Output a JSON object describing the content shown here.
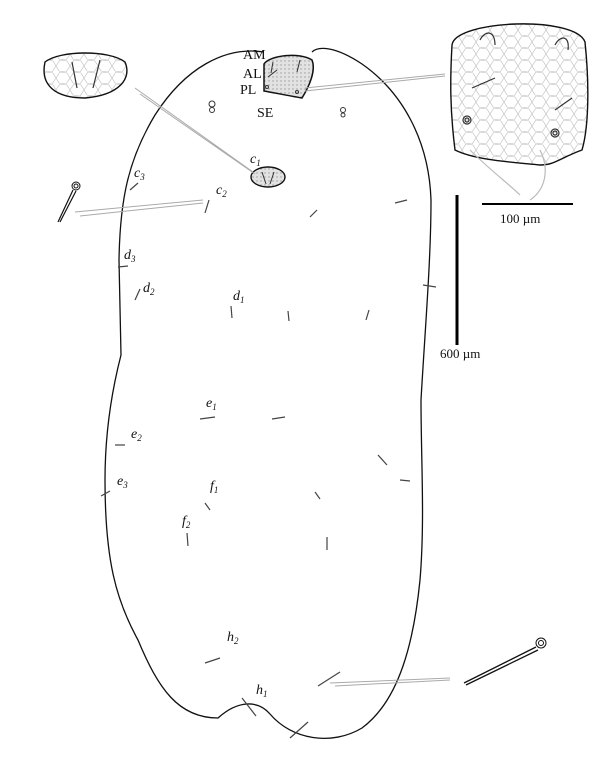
{
  "shield_labels": {
    "am": "AM",
    "al": "AL",
    "pl": "PL",
    "se": "SE"
  },
  "setae": [
    {
      "letter": "c",
      "sub": "1"
    },
    {
      "letter": "c",
      "sub": "2"
    },
    {
      "letter": "c",
      "sub": "3"
    },
    {
      "letter": "d",
      "sub": "1"
    },
    {
      "letter": "d",
      "sub": "2"
    },
    {
      "letter": "d",
      "sub": "3"
    },
    {
      "letter": "e",
      "sub": "1"
    },
    {
      "letter": "e",
      "sub": "2"
    },
    {
      "letter": "e",
      "sub": "3"
    },
    {
      "letter": "f",
      "sub": "1"
    },
    {
      "letter": "f",
      "sub": "2"
    },
    {
      "letter": "h",
      "sub": "1"
    },
    {
      "letter": "h",
      "sub": "2"
    }
  ],
  "scale_bars": {
    "large": "600 µm",
    "small": "100 µm"
  }
}
